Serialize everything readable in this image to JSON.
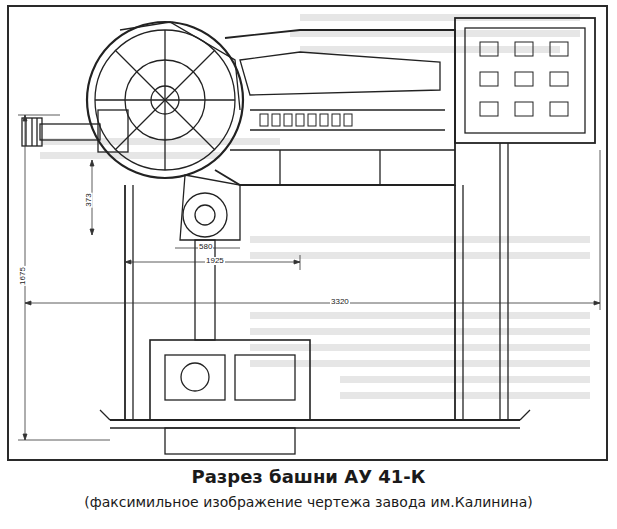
{
  "diagram": {
    "title": "Разрез башни АУ 41-К",
    "caption": "(факсимильное изображение чертежа завода им.Калинина)",
    "labels": [
      "1675",
      "1925",
      "3320",
      "580",
      "373"
    ]
  }
}
